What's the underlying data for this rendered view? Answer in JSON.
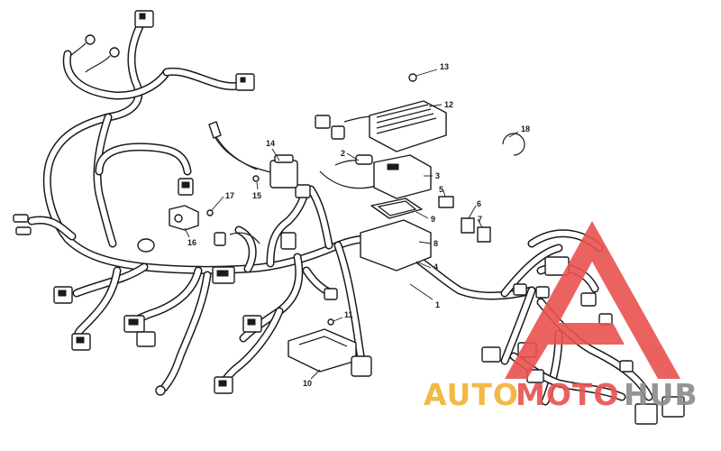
{
  "callouts": [
    "1",
    "2",
    "3",
    "4",
    "5",
    "6",
    "7",
    "8",
    "9",
    "10",
    "11",
    "12",
    "13",
    "14",
    "15",
    "16",
    "17",
    "18"
  ],
  "watermark": {
    "auto": "AUTO",
    "moto": "MOTO",
    "hub": "HUB",
    "color_auto": "#f2b233",
    "color_moto": "#e8524f",
    "color_hub": "#8a8a8a",
    "triangle_color": "#e8524f"
  }
}
